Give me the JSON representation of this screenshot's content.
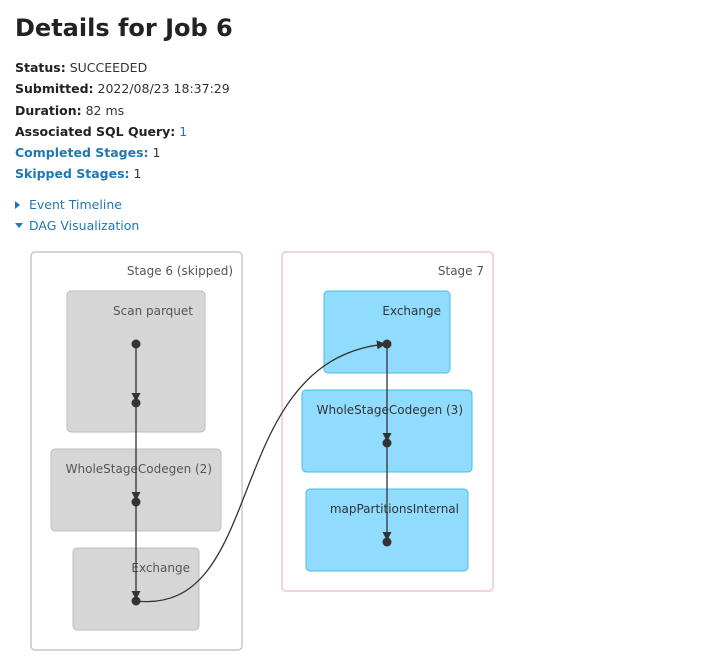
{
  "page": {
    "title": "Details for Job 6"
  },
  "summary": {
    "status_label": "Status:",
    "status_value": "SUCCEEDED",
    "submitted_label": "Submitted:",
    "submitted_value": "2022/08/23 18:37:29",
    "duration_label": "Duration:",
    "duration_value": "82 ms",
    "sql_label": "Associated SQL Query:",
    "sql_value": "1",
    "completed_label": "Completed Stages:",
    "completed_value": "1",
    "skipped_label": "Skipped Stages:",
    "skipped_value": "1"
  },
  "toggles": {
    "event_timeline": "Event Timeline",
    "dag_visualization": "DAG Visualization"
  },
  "dag": {
    "stages": [
      {
        "label": "Stage 6 (skipped)",
        "state": "skipped",
        "nodes": [
          "Scan parquet",
          "WholeStageCodegen (2)",
          "Exchange"
        ]
      },
      {
        "label": "Stage 7",
        "state": "active",
        "nodes": [
          "Exchange",
          "WholeStageCodegen (3)",
          "mapPartitionsInternal"
        ]
      }
    ],
    "colors": {
      "skipped_stage_border": "#bbbbbb",
      "active_stage_border": "#f4b6c2",
      "skipped_node_fill": "#d6d6d6",
      "skipped_node_border": "#bdbdbd",
      "active_node_fill": "#8fdcff",
      "active_node_border": "#47bde6",
      "edge": "#333333"
    }
  }
}
